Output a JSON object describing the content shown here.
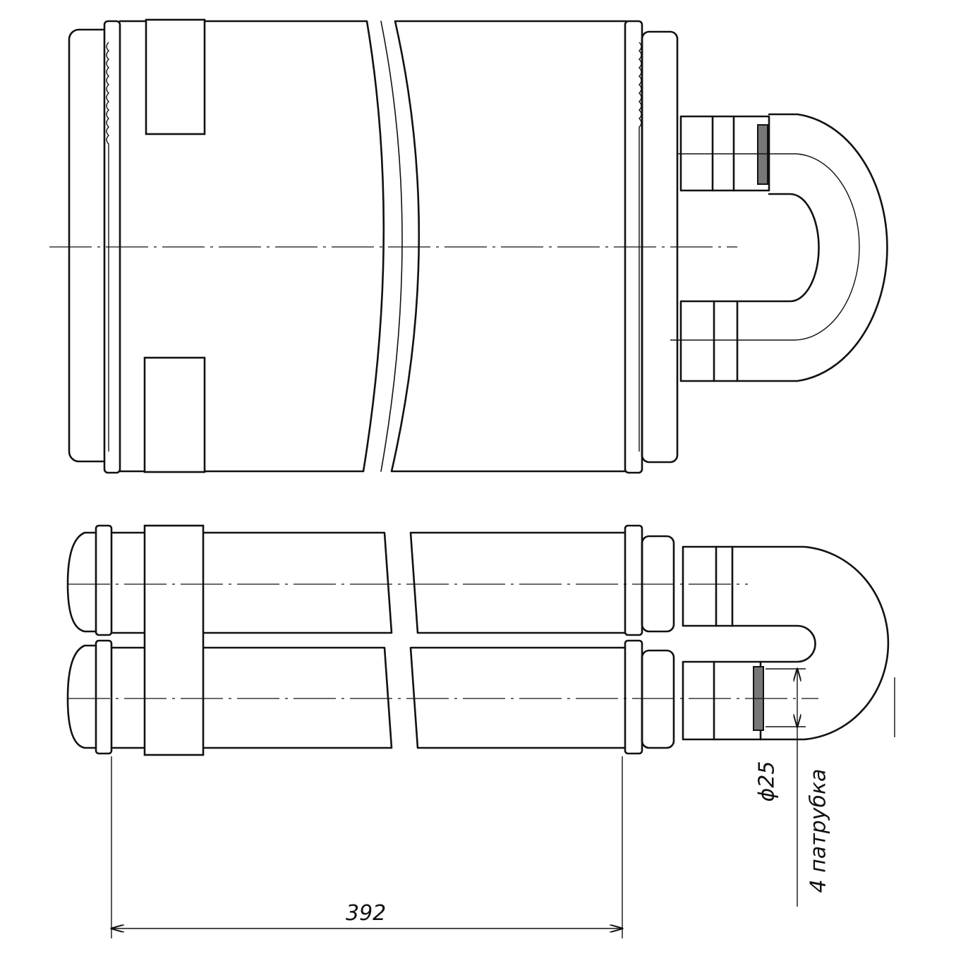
{
  "drawing": {
    "title": "Heater core radiator technical drawing",
    "dimensions": {
      "length": "392",
      "pipe_diameter": "ϕ25",
      "pipe_count_note": "4 патрубка"
    }
  }
}
